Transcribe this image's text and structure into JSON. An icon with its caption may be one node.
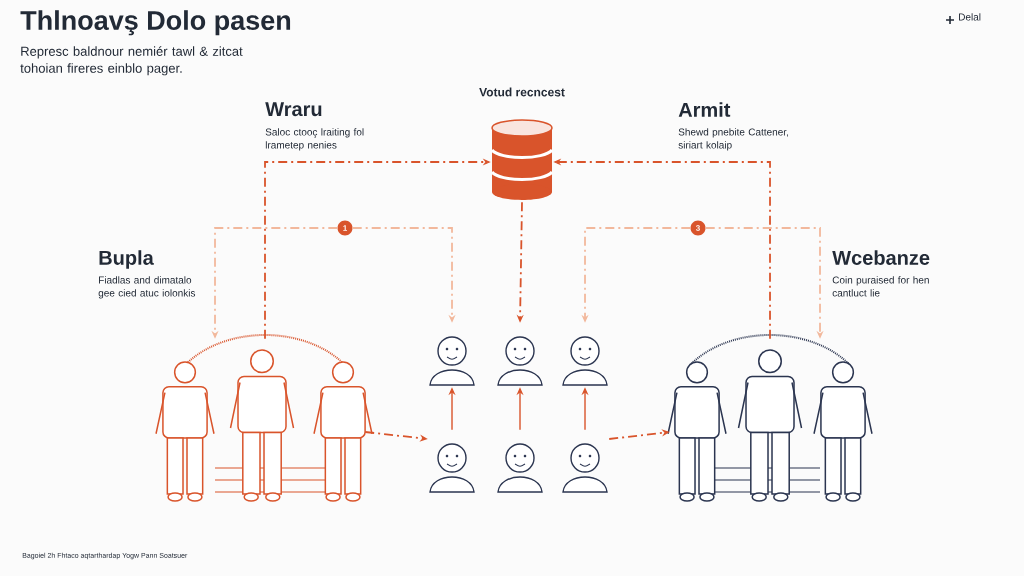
{
  "diagram": {
    "title": "Thlnoavş Dolo pasen",
    "caption": "Bagoiel 2h Fhtaco aqtarthardap Yogw Pann Soatsuer",
    "nodes": [
      {
        "text": [
          "Votud recncest"
        ]
      },
      {
        "text": [],
        "shape": "person"
      },
      {
        "text": [],
        "shape": "person"
      },
      {
        "text": [],
        "shape": "person"
      },
      {
        "text": [],
        "shape": "person"
      },
      {
        "text": [],
        "shape": "person"
      },
      {
        "text": [],
        "shape": "person"
      },
      {
        "text": [],
        "shape": "person"
      },
      {
        "text": [],
        "shape": "person"
      },
      {
        "text": [
          "1"
        ]
      },
      {
        "text": [
          "3"
        ]
      }
    ],
    "edges": [
      {
        "from": 1,
        "to": 0,
        "arrow": "to",
        "style": "dashed"
      },
      {
        "from": 8,
        "to": 0,
        "arrow": "to",
        "style": "dashed"
      },
      {
        "from": 0,
        "to": 3,
        "arrow": "to",
        "style": "dashed"
      },
      {
        "from": 9,
        "to": 1,
        "arrow": "to",
        "style": "dashed",
        "color": "#f2b89c"
      },
      {
        "from": 9,
        "to": 2,
        "arrow": "to",
        "style": "dashed",
        "color": "#f2b89c"
      },
      {
        "from": 10,
        "to": 4,
        "arrow": "to",
        "style": "dashed",
        "color": "#f2b89c"
      },
      {
        "from": 10,
        "to": 8,
        "arrow": "to",
        "style": "dashed",
        "color": "#f2b89c"
      },
      {
        "from": 1,
        "to": 5,
        "arrow": "to",
        "style": "dashed"
      },
      {
        "from": 5,
        "to": 2,
        "arrow": "to"
      },
      {
        "from": 6,
        "to": 3,
        "arrow": "to"
      },
      {
        "from": 7,
        "to": 4,
        "arrow": "to"
      },
      {
        "from": 7,
        "to": 8,
        "arrow": "to",
        "style": "dashed"
      }
    ],
    "labels": [
      "Represc baldnour nemiér tawl & zitcat tohoian fireres einblo pager.",
      "Delal",
      "Wraru",
      "Saloc ctooç lraiting fol lrametep nenies",
      "Armit",
      "Shewd pnebite Cattener, siriart kolaip",
      "Bupla",
      "Fiadlas and dimatalo gee cied atuc iolonkis",
      "Wcebanze",
      "Coin puraised for hen cantluct lie"
    ]
  }
}
